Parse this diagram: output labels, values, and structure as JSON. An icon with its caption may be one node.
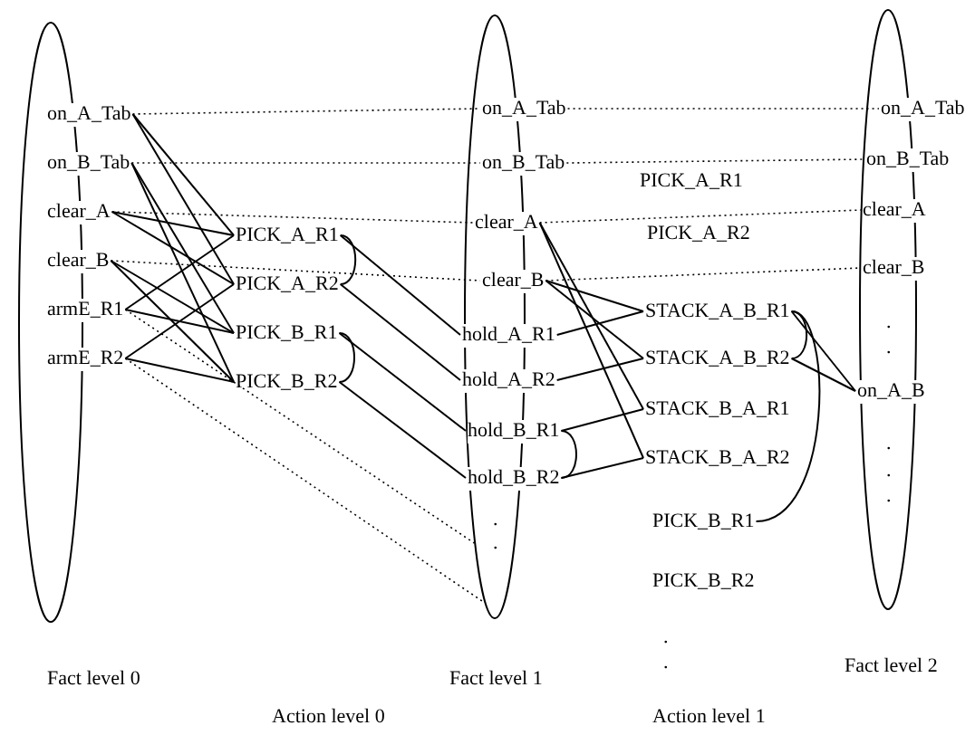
{
  "diagram": {
    "nodes": [
      {
        "text": [
          "Fact level 0"
        ]
      },
      {
        "text": [
          "on_A_Tab"
        ]
      },
      {
        "text": [
          "on_B_Tab"
        ]
      },
      {
        "text": [
          "clear_A"
        ]
      },
      {
        "text": [
          "clear_B"
        ]
      },
      {
        "text": [
          "armE_R1"
        ]
      },
      {
        "text": [
          "armE_R2"
        ]
      },
      {
        "text": [
          "PICK_A_R1"
        ]
      },
      {
        "text": [
          "PICK_A_R2"
        ]
      },
      {
        "text": [
          "PICK_B_R1"
        ]
      },
      {
        "text": [
          "PICK_B_R2"
        ]
      },
      {
        "text": [
          "Fact level 1"
        ]
      },
      {
        "text": [
          "on_A_Tab"
        ]
      },
      {
        "text": [
          "on_B_Tab"
        ]
      },
      {
        "text": [
          "clear_A"
        ]
      },
      {
        "text": [
          "clear_B"
        ]
      },
      {
        "text": [
          "hold_A_R1"
        ]
      },
      {
        "text": [
          "hold_A_R2"
        ]
      },
      {
        "text": [
          "hold_B_R1"
        ]
      },
      {
        "text": [
          "hold_B_R2"
        ]
      },
      {
        "text": [
          "PICK_A_R1"
        ]
      },
      {
        "text": [
          "PICK_A_R2"
        ]
      },
      {
        "text": [
          "STACK_A_B_R1"
        ]
      },
      {
        "text": [
          "STACK_A_B_R2"
        ]
      },
      {
        "text": [
          "STACK_B_A_R1"
        ]
      },
      {
        "text": [
          "STACK_B_A_R2"
        ]
      },
      {
        "text": [
          "PICK_B_R1"
        ]
      },
      {
        "text": [
          "PICK_B_R2"
        ]
      },
      {
        "text": [
          "Fact level 2"
        ]
      },
      {
        "text": [
          "on_A_Tab"
        ]
      },
      {
        "text": [
          "on_B_Tab"
        ]
      },
      {
        "text": [
          "clear_A"
        ]
      },
      {
        "text": [
          "clear_B"
        ]
      },
      {
        "text": [
          "on_A_B"
        ]
      }
    ],
    "edges": [
      {
        "from": 1,
        "to": 7,
        "arrow": "none"
      },
      {
        "from": 1,
        "to": 8,
        "arrow": "none"
      },
      {
        "from": 2,
        "to": 9,
        "arrow": "none"
      },
      {
        "from": 2,
        "to": 10,
        "arrow": "none"
      },
      {
        "from": 3,
        "to": 7,
        "arrow": "none"
      },
      {
        "from": 3,
        "to": 8,
        "arrow": "none"
      },
      {
        "from": 4,
        "to": 9,
        "arrow": "none"
      },
      {
        "from": 4,
        "to": 10,
        "arrow": "none"
      },
      {
        "from": 5,
        "to": 7,
        "arrow": "none"
      },
      {
        "from": 5,
        "to": 9,
        "arrow": "none"
      },
      {
        "from": 6,
        "to": 8,
        "arrow": "none"
      },
      {
        "from": 6,
        "to": 10,
        "arrow": "none"
      },
      {
        "from": 7,
        "to": 16,
        "arrow": "none"
      },
      {
        "from": 8,
        "to": 17,
        "arrow": "none"
      },
      {
        "from": 9,
        "to": 18,
        "arrow": "none"
      },
      {
        "from": 10,
        "to": 19,
        "arrow": "none"
      },
      {
        "from": 1,
        "to": 12,
        "arrow": "none",
        "style": "dashed"
      },
      {
        "from": 2,
        "to": 13,
        "arrow": "none",
        "style": "dashed"
      },
      {
        "from": 3,
        "to": 14,
        "arrow": "none",
        "style": "dashed"
      },
      {
        "from": 4,
        "to": 15,
        "arrow": "none",
        "style": "dashed"
      },
      {
        "from": 5,
        "to": 11,
        "arrow": "none",
        "style": "dashed"
      },
      {
        "from": 6,
        "to": 11,
        "arrow": "none",
        "style": "dashed"
      },
      {
        "from": 7,
        "to": 8,
        "arrow": "none"
      },
      {
        "from": 9,
        "to": 10,
        "arrow": "none"
      },
      {
        "from": 14,
        "to": 24,
        "arrow": "none"
      },
      {
        "from": 14,
        "to": 25,
        "arrow": "none"
      },
      {
        "from": 15,
        "to": 22,
        "arrow": "none"
      },
      {
        "from": 15,
        "to": 23,
        "arrow": "none"
      },
      {
        "from": 16,
        "to": 22,
        "arrow": "none"
      },
      {
        "from": 17,
        "to": 23,
        "arrow": "none"
      },
      {
        "from": 18,
        "to": 24,
        "arrow": "none"
      },
      {
        "from": 19,
        "to": 25,
        "arrow": "none"
      },
      {
        "from": 22,
        "to": 33,
        "arrow": "none"
      },
      {
        "from": 23,
        "to": 33,
        "arrow": "none"
      },
      {
        "from": 12,
        "to": 29,
        "arrow": "none",
        "style": "dashed"
      },
      {
        "from": 13,
        "to": 30,
        "arrow": "none",
        "style": "dashed"
      },
      {
        "from": 14,
        "to": 31,
        "arrow": "none",
        "style": "dashed"
      },
      {
        "from": 15,
        "to": 32,
        "arrow": "none",
        "style": "dashed"
      },
      {
        "from": 18,
        "to": 19,
        "arrow": "none"
      },
      {
        "from": 22,
        "to": 23,
        "arrow": "none"
      },
      {
        "from": 22,
        "to": 26,
        "arrow": "none"
      }
    ],
    "labels": [
      ".",
      ".",
      ".",
      ".",
      ".",
      ".",
      ".",
      ".",
      ".",
      "Action level 0",
      "Action level 1"
    ]
  }
}
